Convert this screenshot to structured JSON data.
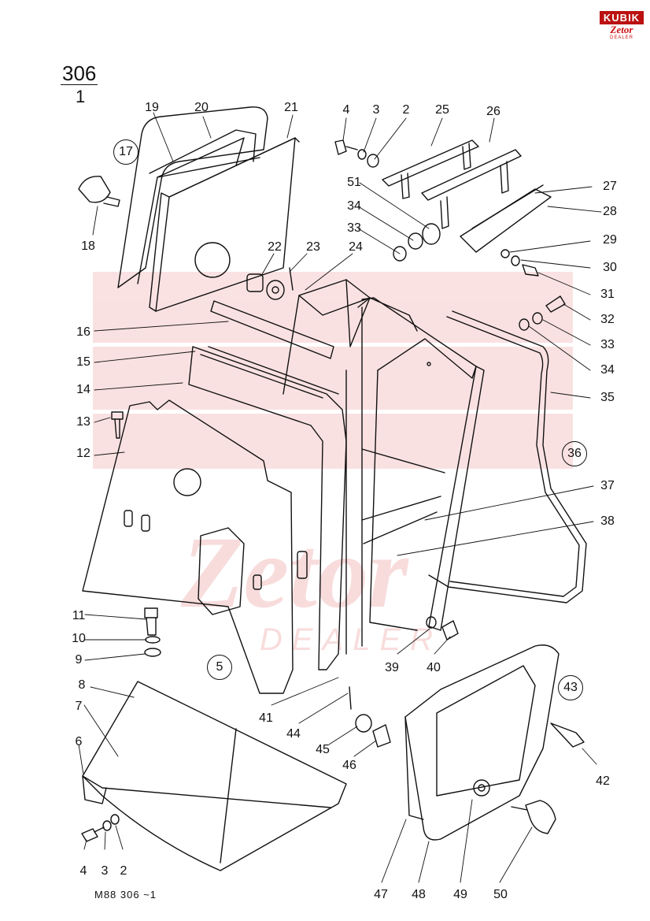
{
  "sheet": {
    "number": "306",
    "sub": "1"
  },
  "footer": "M88   306 ~1",
  "logo": {
    "brand": "KUBIK",
    "maker": "Zetor",
    "dealer": "DEALER"
  },
  "parts": {
    "p19": "19",
    "p20": "20",
    "p21": "21",
    "p4a": "4",
    "p3a": "3",
    "p2a": "2",
    "p25": "25",
    "p26": "26",
    "p17": "17",
    "p18": "18",
    "p51": "51",
    "p27": "27",
    "p28": "28",
    "p34a": "34",
    "p33a": "33",
    "p22": "22",
    "p23": "23",
    "p24": "24",
    "p29": "29",
    "p30": "30",
    "p31": "31",
    "p32": "32",
    "p33b": "33",
    "p34b": "34",
    "p35": "35",
    "p16": "16",
    "p15": "15",
    "p14": "14",
    "p13": "13",
    "p12": "12",
    "p36": "36",
    "p37": "37",
    "p38": "38",
    "p11": "11",
    "p10": "10",
    "p9": "9",
    "p5": "5",
    "p39": "39",
    "p40": "40",
    "p43": "43",
    "p8": "8",
    "p7": "7",
    "p41": "41",
    "p44": "44",
    "p45": "45",
    "p46": "46",
    "p42": "42",
    "p6": "6",
    "p4b": "4",
    "p3b": "3",
    "p2b": "2",
    "p47": "47",
    "p48": "48",
    "p49": "49",
    "p50": "50"
  }
}
